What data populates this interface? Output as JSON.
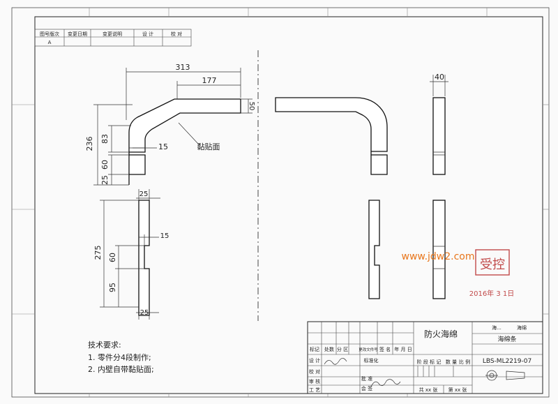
{
  "revision_table": {
    "headers": [
      "图号版次",
      "变更日期",
      "变更说明",
      "设 计",
      "校 对"
    ],
    "row": [
      "A",
      "",
      "",
      "",
      ""
    ]
  },
  "dimensions": {
    "d313": "313",
    "d177": "177",
    "d50": "50",
    "d40": "40",
    "d236": "236",
    "d83": "83",
    "d60a": "60",
    "d25a": "25",
    "d15a": "15",
    "d25b": "25",
    "d275": "275",
    "d60b": "60",
    "d95": "95",
    "d15b": "15",
    "d25c": "25"
  },
  "callout": "黏贴面",
  "notes": {
    "heading": "技术要求:",
    "line1": "1. 零件分4段制作;",
    "line2": "2. 内壁自带黏贴面;"
  },
  "watermark": "www.jdw2.com",
  "stamp": {
    "text": "受控",
    "date": "2016年 3 1日"
  },
  "title_block": {
    "material": "防火海绵",
    "part_name": "海绵条",
    "drawing_no": "LBS-ML2219-07",
    "row1": [
      "标记",
      "处数",
      "分 区",
      "更改文件号",
      "签 名",
      "年 月 日"
    ],
    "design": "设 计",
    "standard": "标准化",
    "check": "校 对",
    "review": "审 核",
    "process": "工 艺",
    "approve": "批 准",
    "cosign": "会 签",
    "stage_row": [
      "阶 段 标 记",
      "数 量",
      "比 例"
    ],
    "total_sheets": "共 xx 张",
    "sheet_no": "第 xx 张",
    "company_top": "海...",
    "company_top2": "海绵"
  }
}
